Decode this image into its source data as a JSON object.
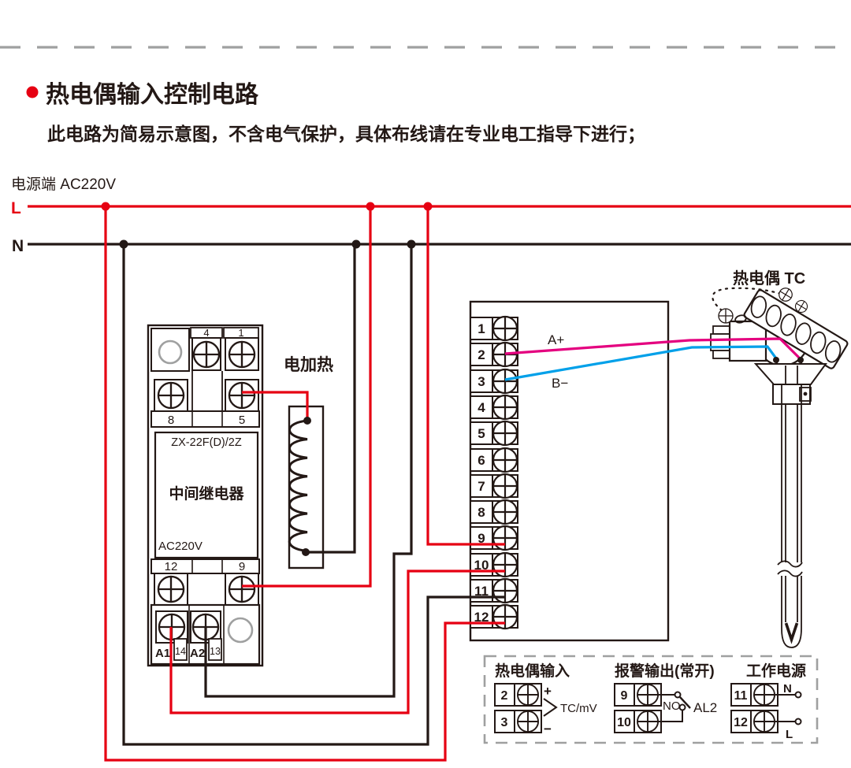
{
  "header": {
    "title": "热电偶输入控制电路",
    "subtitle": "此电路为简易示意图，不含电气保护，具体布线请在专业电工指导下进行；"
  },
  "power": {
    "label": "电源端 AC220V",
    "live": "L",
    "neutral": "N"
  },
  "relay": {
    "model": "ZX-22F(D)/2Z",
    "name": "中间继电器",
    "voltage": "AC220V",
    "t4": "4",
    "t1": "1",
    "t8": "8",
    "t5": "5",
    "t12": "12",
    "t9": "9",
    "a1": "A1",
    "a1_no": "14",
    "a2": "A2",
    "a2_no": "13"
  },
  "heater": {
    "label": "电加热"
  },
  "controller": {
    "terminals": [
      "1",
      "2",
      "3",
      "4",
      "5",
      "6",
      "7",
      "8",
      "9",
      "10",
      "11",
      "12"
    ],
    "a_plus": "A+",
    "b_minus": "B−"
  },
  "thermocouple": {
    "label": "热电偶 TC"
  },
  "legend": {
    "input": {
      "title": "热电偶输入",
      "t2": "2",
      "t3": "3",
      "plus": "+",
      "minus": "−",
      "signal": "TC/mV"
    },
    "alarm": {
      "title": "报警输出(常开)",
      "t9": "9",
      "t10": "10",
      "contact": "NO",
      "name": "AL2"
    },
    "supply": {
      "title": "工作电源",
      "t11": "11",
      "t12": "12",
      "neutral": "N",
      "live": "L"
    }
  },
  "colors": {
    "accent_red": "#e60012",
    "wire_black": "#231815",
    "wire_pink": "#e4007f",
    "wire_blue": "#00a0e9",
    "gray": "#9fa0a0"
  }
}
